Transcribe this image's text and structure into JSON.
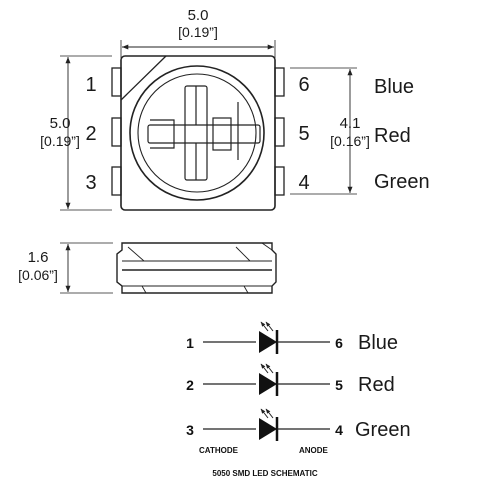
{
  "package": {
    "top_width": "5.0",
    "top_width_in": "[0.19”]",
    "left_height": "5.0",
    "left_height_in": "[0.19”]",
    "right_height": "4.1",
    "right_height_in": "[0.16”]",
    "side_height": "1.6",
    "side_height_in": "[0.06”]",
    "pins_left": [
      "1",
      "2",
      "3"
    ],
    "pins_right": [
      "6",
      "5",
      "4"
    ],
    "colors": [
      "Blue",
      "Red",
      "Green"
    ]
  },
  "schematic": {
    "rows": [
      {
        "left_pin": "1",
        "right_pin": "6",
        "color": "Blue"
      },
      {
        "left_pin": "2",
        "right_pin": "5",
        "color": "Red"
      },
      {
        "left_pin": "3",
        "right_pin": "4",
        "color": "Green"
      }
    ],
    "cathode_label": "CATHODE",
    "anode_label": "ANODE",
    "title": "5050 SMD LED SCHEMATIC"
  },
  "style": {
    "line_color": "#222222",
    "background": "#ffffff"
  }
}
